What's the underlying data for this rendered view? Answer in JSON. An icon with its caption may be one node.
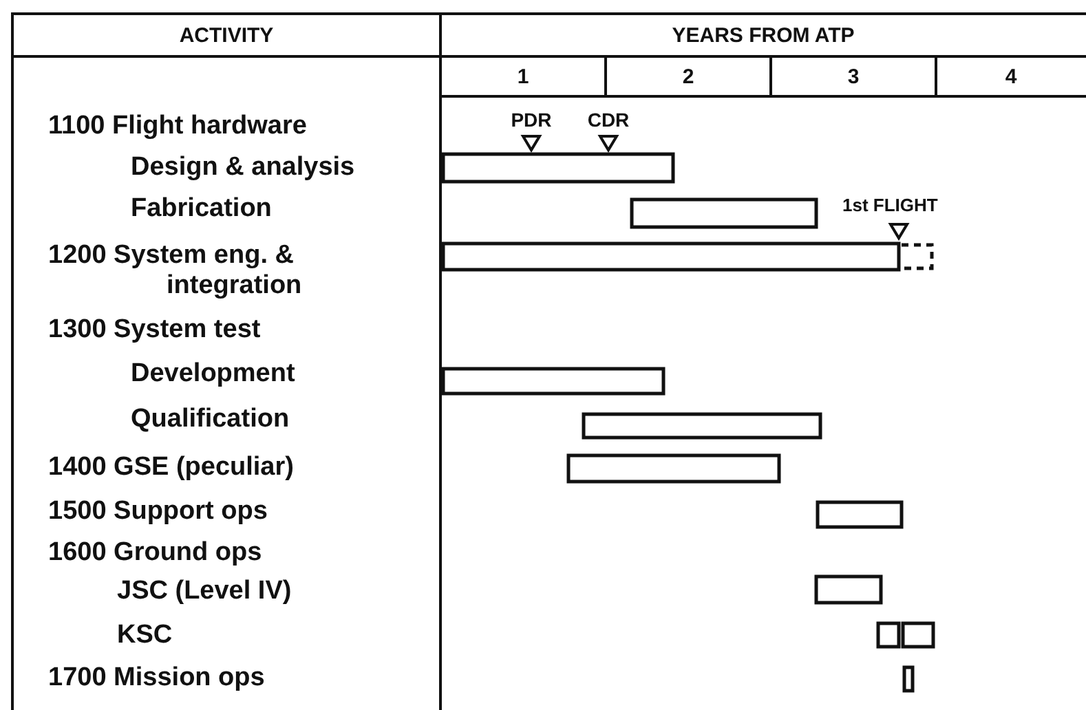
{
  "diagram": {
    "labels": [
      "ACTIVITY",
      "YEARS FROM ATP",
      "1",
      "2",
      "3",
      "4",
      "PDR",
      "CDR",
      "1100 Flight hardware",
      "Design & analysis",
      "Fabrication",
      "1st FLIGHT",
      "1200 System eng. & integration",
      "1300 System test",
      "Development",
      "Qualification",
      "1400 GSE (peculiar)",
      "1500 Support ops",
      "1600 Ground ops",
      "JSC (Level IV)",
      "KSC",
      "1700 Mission ops"
    ]
  }
}
